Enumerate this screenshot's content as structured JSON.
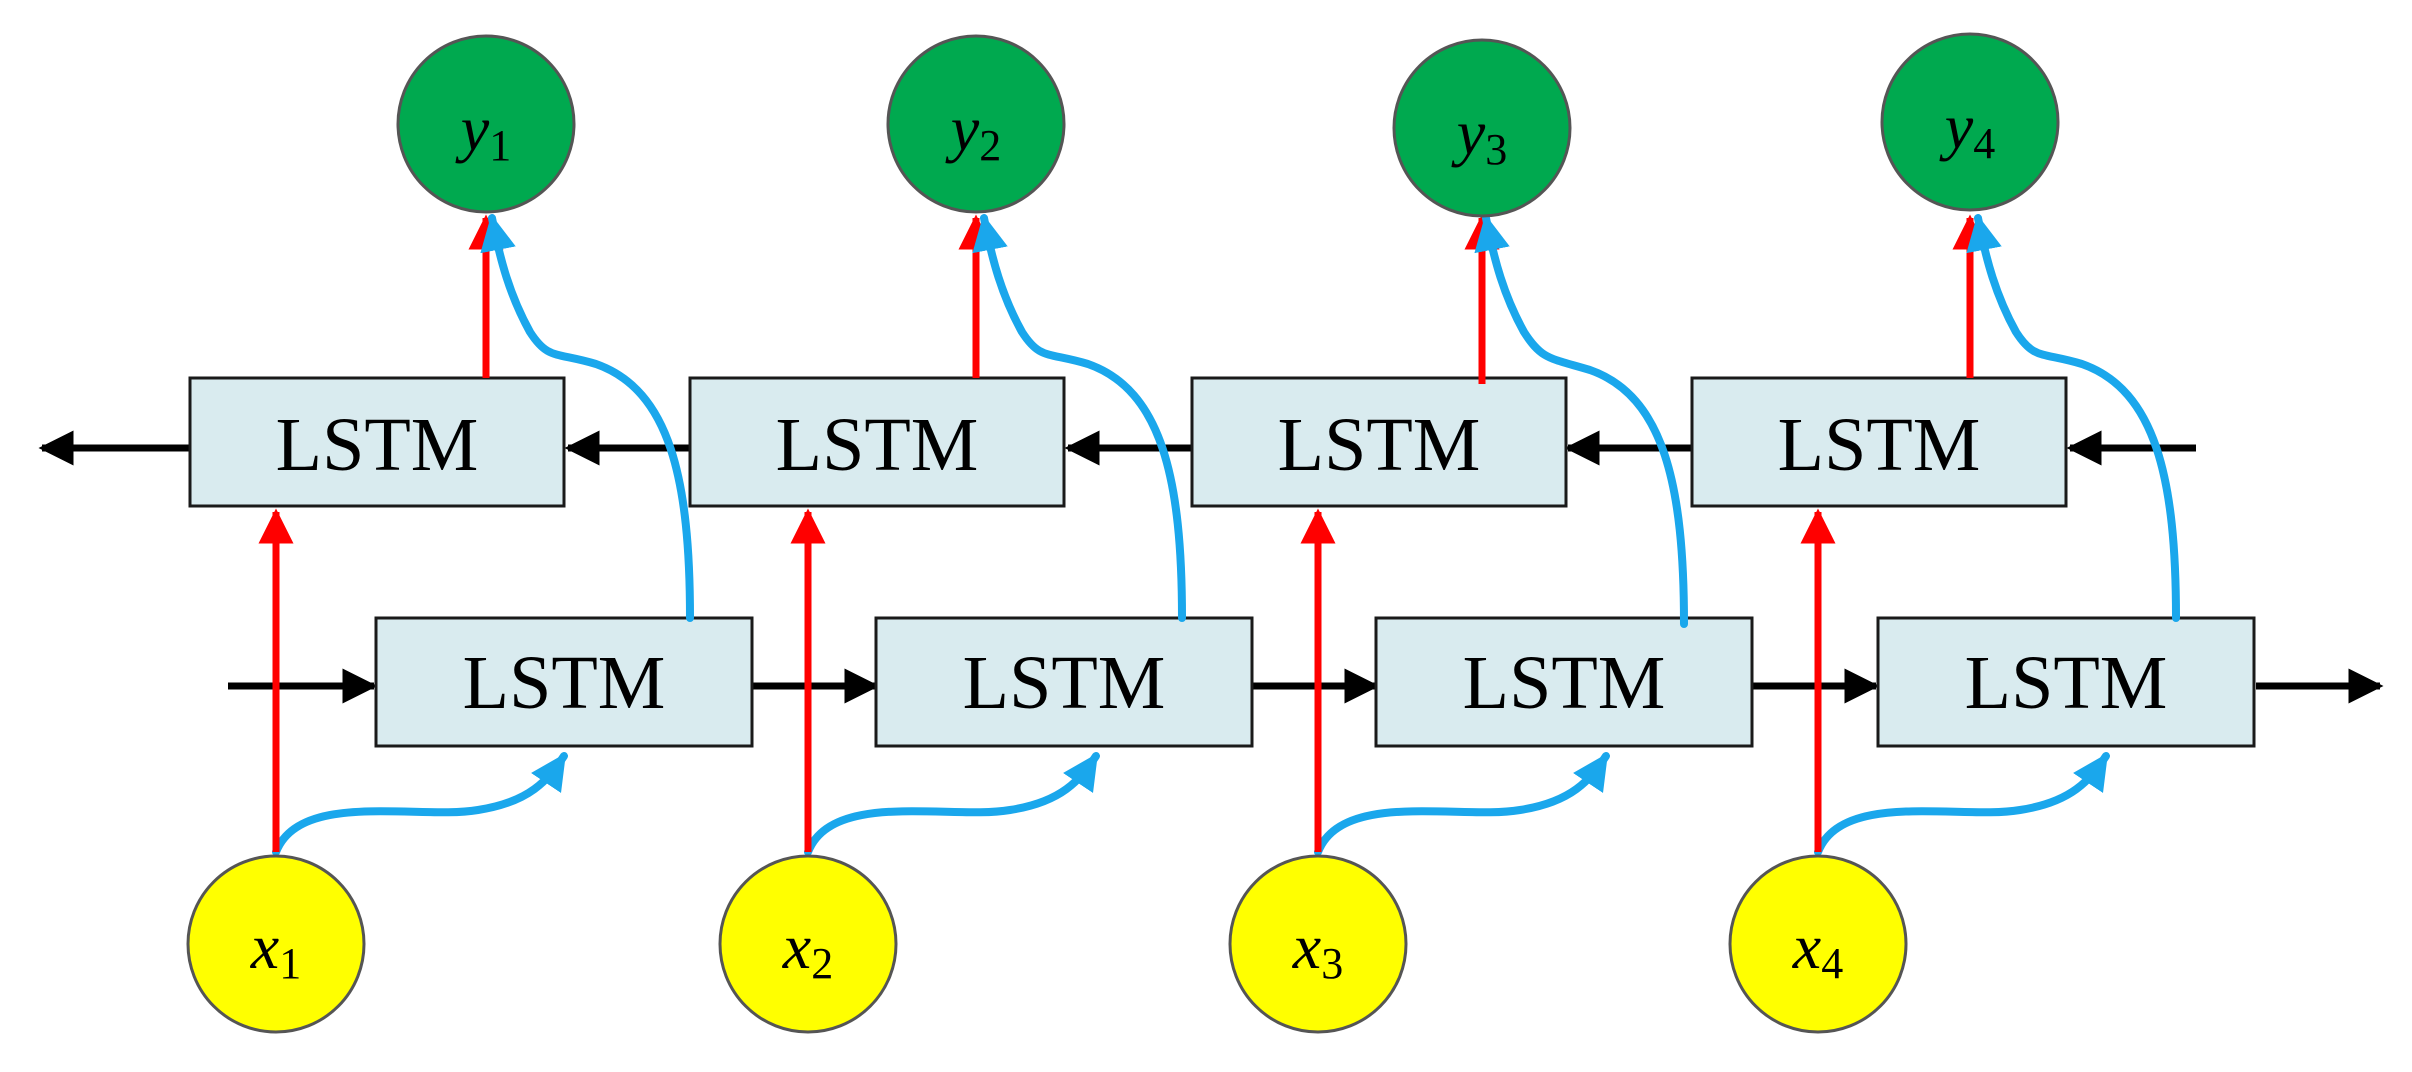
{
  "lstm_label": "LSTM",
  "colors": {
    "box_fill": "#d9ebef",
    "output_node": "#00a94f",
    "input_node": "#ffff00",
    "forward_flow": "#000000",
    "direct_flow": "#ff0000",
    "skip_flow": "#1aa7ec"
  },
  "outputs": [
    {
      "var": "y",
      "sub": "1"
    },
    {
      "var": "y",
      "sub": "2"
    },
    {
      "var": "y",
      "sub": "3"
    },
    {
      "var": "y",
      "sub": "4"
    }
  ],
  "inputs": [
    {
      "var": "x",
      "sub": "1"
    },
    {
      "var": "x",
      "sub": "2"
    },
    {
      "var": "x",
      "sub": "3"
    },
    {
      "var": "x",
      "sub": "4"
    }
  ],
  "backward_layer": [
    {
      "label": "LSTM"
    },
    {
      "label": "LSTM"
    },
    {
      "label": "LSTM"
    },
    {
      "label": "LSTM"
    }
  ],
  "forward_layer": [
    {
      "label": "LSTM"
    },
    {
      "label": "LSTM"
    },
    {
      "label": "LSTM"
    },
    {
      "label": "LSTM"
    }
  ]
}
